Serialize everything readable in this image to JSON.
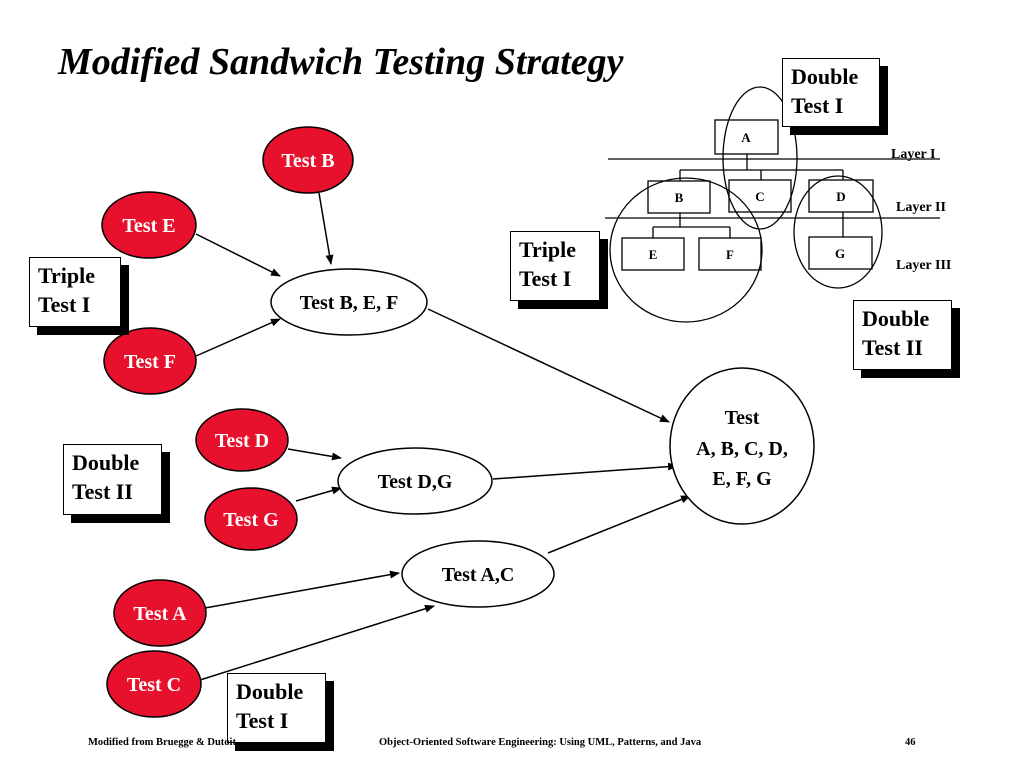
{
  "title": "Modified Sandwich Testing Strategy",
  "colors": {
    "test_fill": "#e8112d",
    "stroke": "#000000",
    "background": "#ffffff"
  },
  "tests": {
    "b": "Test B",
    "e": "Test E",
    "f": "Test F",
    "d": "Test D",
    "g": "Test G",
    "a": "Test A",
    "c": "Test C",
    "bef": "Test B, E, F",
    "dg": "Test D,G",
    "ac": "Test A,C",
    "all_line1": "Test",
    "all_line2": "A, B, C, D,",
    "all_line3": "E, F, G"
  },
  "strategy_labels": {
    "triple_left": {
      "line1": "Triple",
      "line2": "Test I"
    },
    "double_ii_left": {
      "line1": "Double",
      "line2": "Test II"
    },
    "double_i_bottom": {
      "line1": "Double",
      "line2": "Test I"
    },
    "double_i_top": {
      "line1": "Double",
      "line2": "Test I"
    },
    "triple_mid": {
      "line1": "Triple",
      "line2": "Test I"
    },
    "double_ii_right": {
      "line1": "Double",
      "line2": "Test II"
    }
  },
  "hierarchy": {
    "modules": {
      "a": "A",
      "b": "B",
      "c": "C",
      "d": "D",
      "e": "E",
      "f": "F",
      "g": "G"
    },
    "layers": {
      "l1": "Layer I",
      "l2": "Layer II",
      "l3": "Layer III"
    }
  },
  "footer": {
    "left": "Modified from Bruegge & Dutoit",
    "center": "Object-Oriented Software Engineering: Using UML, Patterns, and Java",
    "page": "46"
  }
}
